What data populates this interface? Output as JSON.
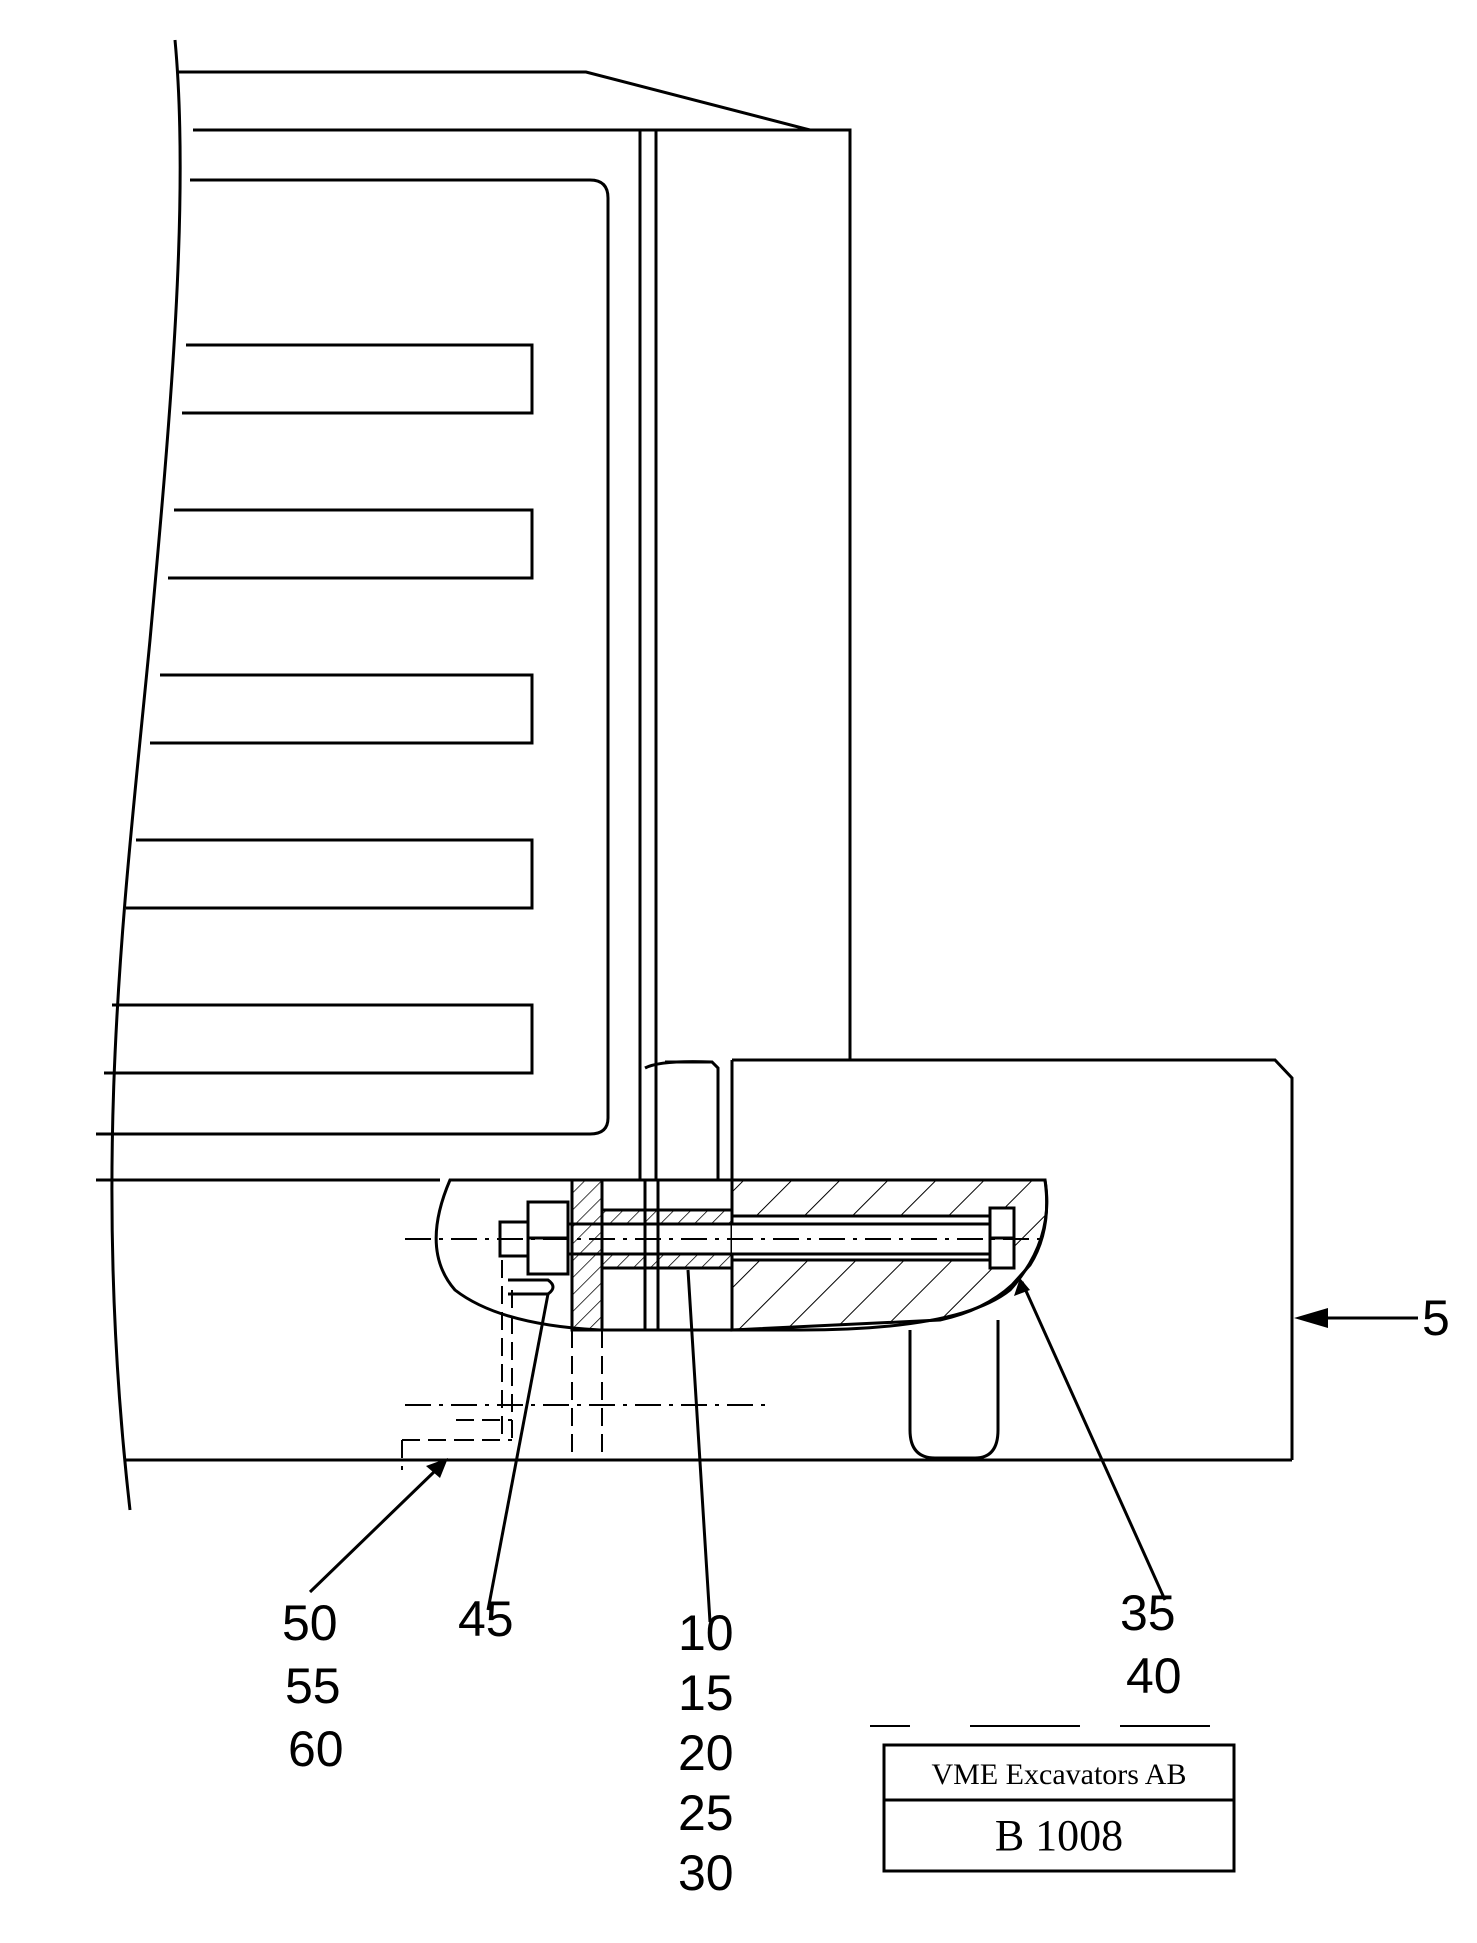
{
  "callouts": {
    "c5": "5",
    "c10": "10",
    "c15": "15",
    "c20": "20",
    "c25": "25",
    "c30": "30",
    "c35": "35",
    "c40": "40",
    "c45": "45",
    "c50": "50",
    "c55": "55",
    "c60": "60"
  },
  "title_block": {
    "company": "VME Excavators AB",
    "drawing_number": "B 1008"
  },
  "colors": {
    "line": "#000000",
    "background": "#ffffff"
  }
}
